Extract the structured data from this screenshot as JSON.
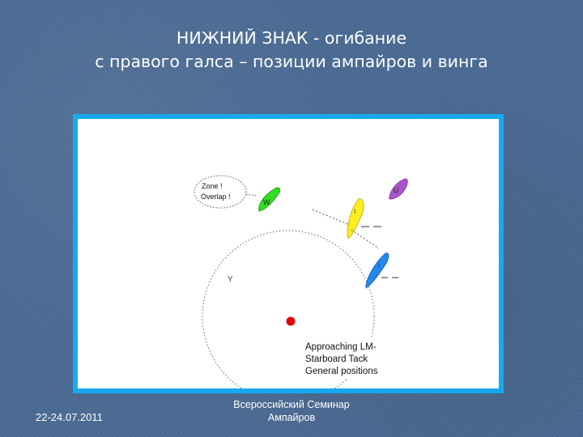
{
  "slide": {
    "title_line1": "НИЖНИЙ ЗНАК - огибание",
    "title_line2": "с правого галса – позиции ампайров и винга",
    "footer_date": "22-24.07.2011",
    "footer_line1": "Всероссийский Семинар",
    "footer_line2": "Ампайров"
  },
  "diagram": {
    "bubble_line1": "Zone !",
    "bubble_line2": "Overlap !",
    "label_w": "W",
    "label_u": "U",
    "label_y": "Y",
    "label_i1": "I",
    "label_i2": "I",
    "caption_line1": "Approaching LM-",
    "caption_line2": "Starboard Tack",
    "caption_line3": "General  positions",
    "colors": {
      "frame": "#19a9ee",
      "green_boat": "#33dd22",
      "yellow_boat": "#ffee22",
      "blue_boat": "#2288ee",
      "purple_boat": "#aa55cc",
      "mark": "#e00000"
    }
  }
}
